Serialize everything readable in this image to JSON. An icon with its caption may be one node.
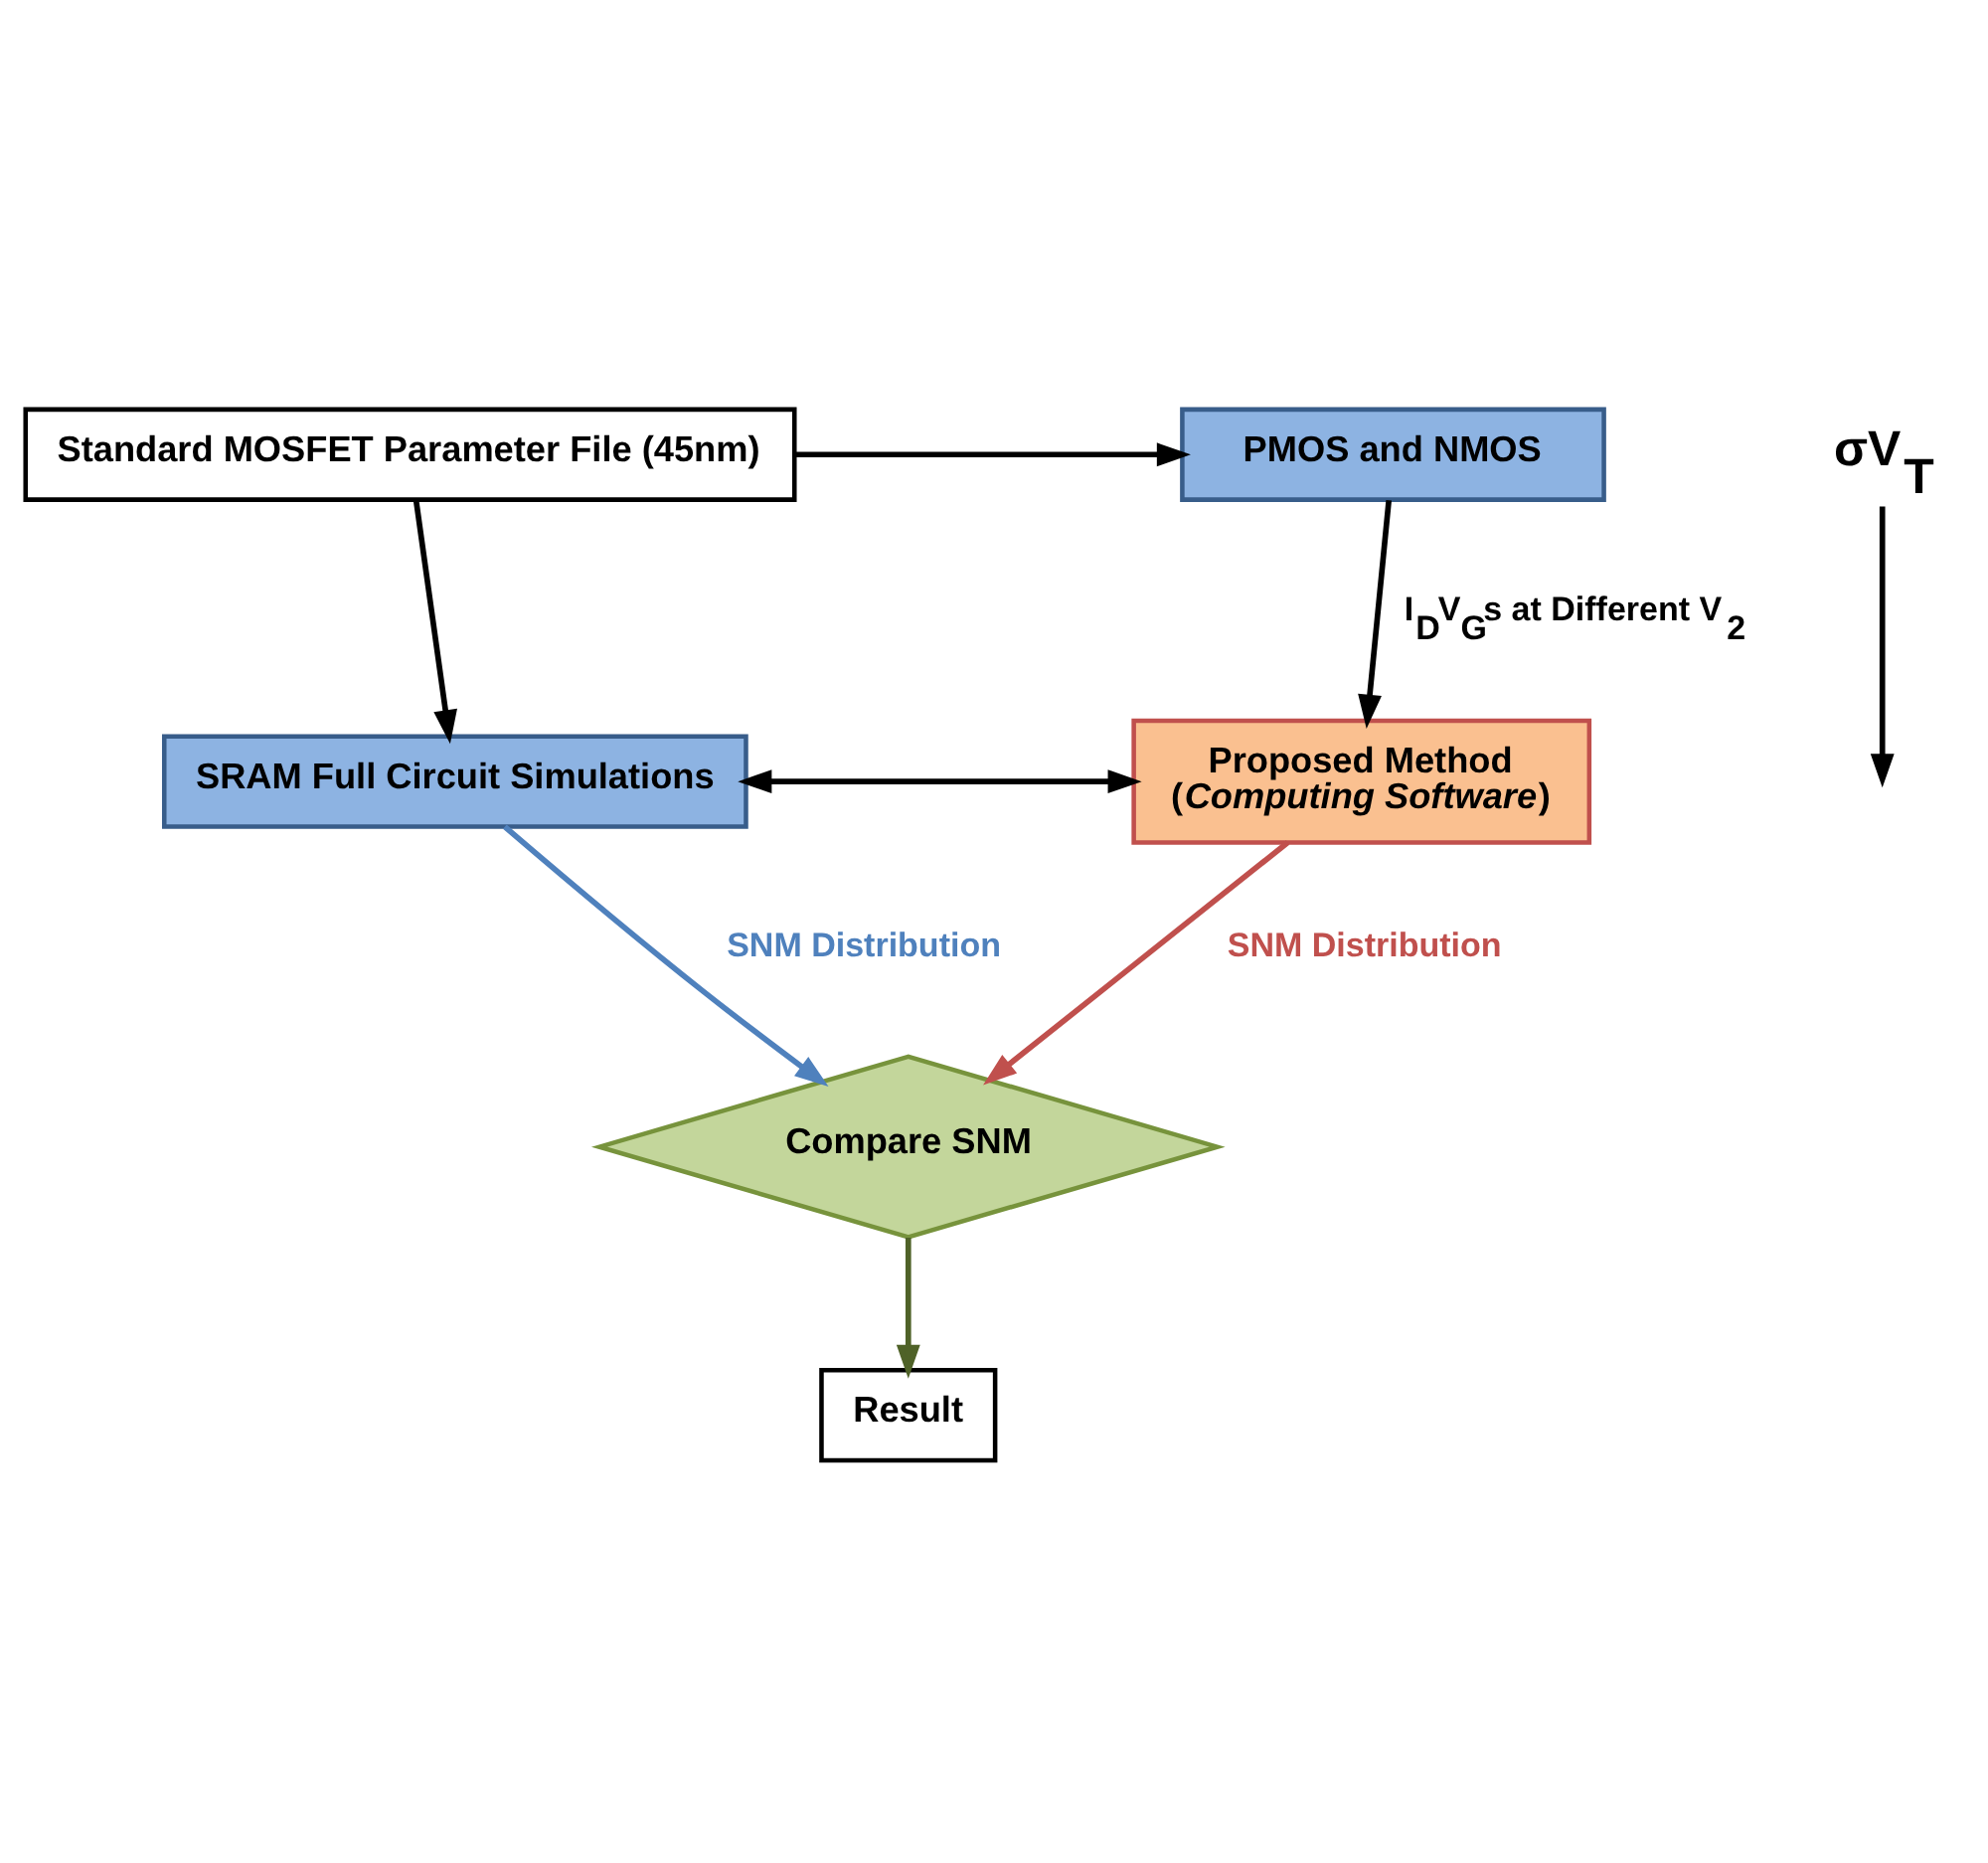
{
  "diagram": {
    "nodes": [
      {
        "text": [
          "Standard MOSFET Parameter File (45nm)"
        ]
      },
      {
        "text": [
          "PMOS and NMOS"
        ]
      },
      {
        "text": [
          "SRAM Full Circuit Simulations"
        ]
      },
      {
        "text": [
          "Proposed Method",
          "(*Computing Software*)"
        ]
      },
      {
        "text": [
          "Compare SNM"
        ]
      },
      {
        "text": [
          "Result"
        ]
      },
      {
        "text": [
          "σV$_{T}$"
        ]
      }
    ],
    "edges": [
      {
        "from": 0,
        "to": 1,
        "arrow": "to"
      },
      {
        "from": 0,
        "to": 2,
        "arrow": "to"
      },
      {
        "from": 1,
        "to": 3,
        "arrow": "to",
        "label": "I$_{D}$V$_{G}$s at Different V$_{2}$"
      },
      {
        "from": 2,
        "to": 3,
        "arrow": "both"
      },
      {
        "from": 6,
        "to": null,
        "arrow": "to"
      },
      {
        "from": 2,
        "to": 4,
        "arrow": "to",
        "label": "SNM Distribution",
        "color": "#4f81bd"
      },
      {
        "from": 3,
        "to": 4,
        "arrow": "to",
        "label": "SNM Distribution",
        "color": "#c0504d"
      },
      {
        "from": 4,
        "to": 5,
        "arrow": "to",
        "color": "#4f6228"
      }
    ]
  }
}
